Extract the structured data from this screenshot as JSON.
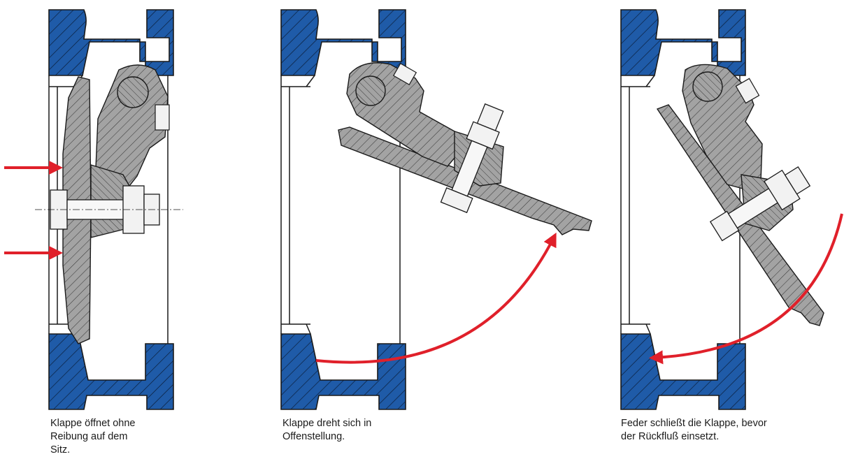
{
  "figure": {
    "colors": {
      "valve_body": "#1f5ba8",
      "section_grey": "#a3a3a3",
      "arrow_red": "#e0202a",
      "outline": "#1a1a1a"
    },
    "stages": [
      {
        "id": "opens",
        "caption_lines": [
          "Klappe öffnet ohne",
          "Reibung auf dem",
          "Sitz."
        ]
      },
      {
        "id": "rotates",
        "caption_lines": [
          "Klappe dreht sich in",
          "Offenstellung."
        ]
      },
      {
        "id": "closes",
        "caption_lines": [
          "Feder schließt die Klappe, bevor",
          "der Rückfluß einsetzt."
        ]
      }
    ]
  }
}
